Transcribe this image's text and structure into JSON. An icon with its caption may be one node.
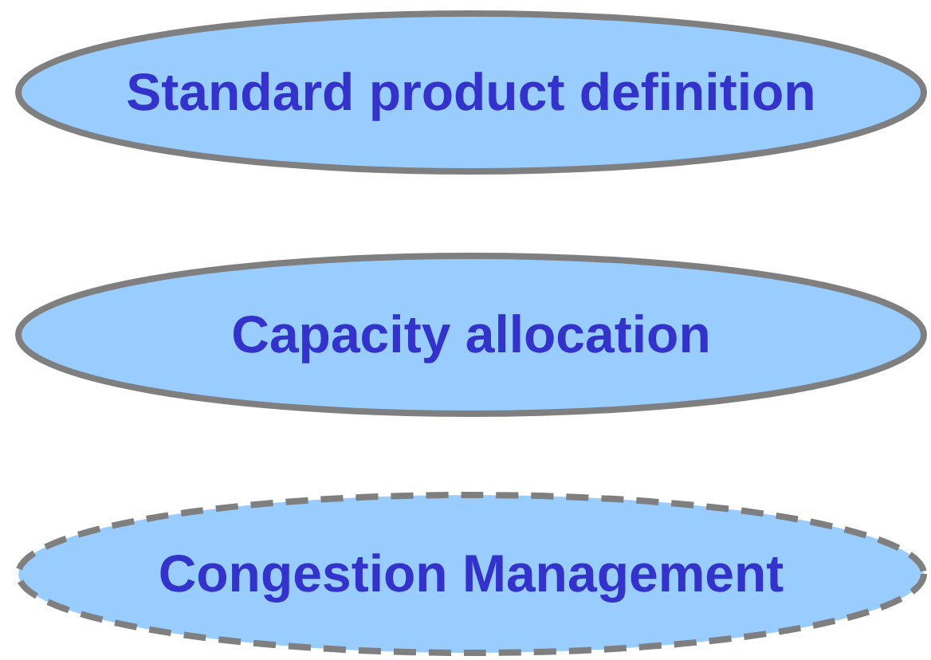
{
  "diagram": {
    "nodes": [
      {
        "text": [
          "Standard product definition"
        ]
      },
      {
        "text": [
          "Capacity allocation"
        ]
      },
      {
        "text": [
          "Congestion Management"
        ]
      }
    ]
  }
}
